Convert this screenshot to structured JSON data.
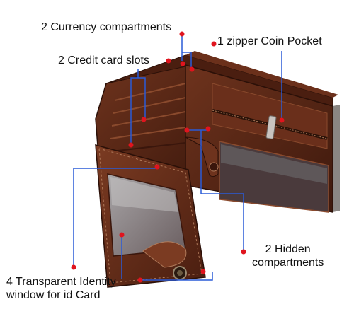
{
  "labels": {
    "currency": "2 Currency compartments",
    "credit": "2 Credit card slots",
    "zipper": "1 zipper Coin Pocket",
    "hidden_line1": "2 Hidden",
    "hidden_line2": "compartments",
    "identity_line1": "4 Transparent Identity",
    "identity_line2": "window for id Card"
  },
  "colors": {
    "leather": "#5a2a1a",
    "leather_light": "#7a3a22",
    "leather_dark": "#3a160c",
    "stitch": "#b07a5a",
    "callout_line": "#2a5bd7",
    "callout_dot": "#e0141e"
  }
}
